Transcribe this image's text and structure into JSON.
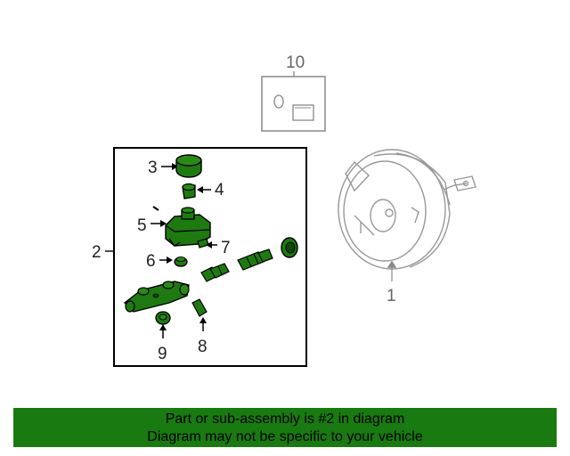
{
  "diagram": {
    "callouts": [
      "1",
      "2",
      "3",
      "4",
      "5",
      "6",
      "7",
      "8",
      "9",
      "10"
    ]
  },
  "banner": {
    "line1": "Part or sub-assembly is #2 in diagram",
    "line2": "Diagram may not be specific to your vehicle",
    "background": "#187a10"
  },
  "colors": {
    "highlight_part": "#1e7a10",
    "outline": "#000000",
    "unselected_part": "#9a9a9a"
  }
}
